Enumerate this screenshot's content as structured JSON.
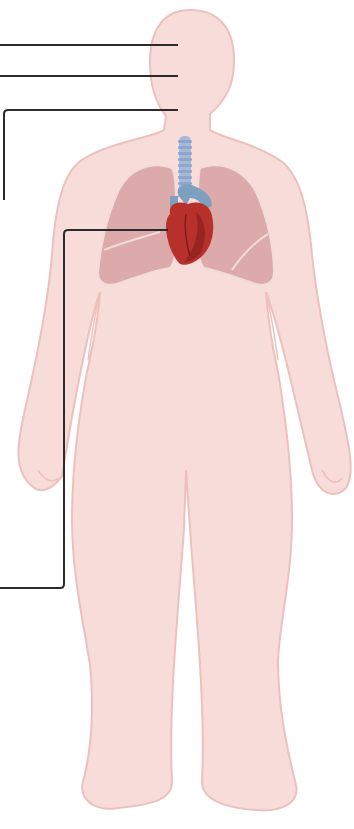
{
  "diagram": {
    "subject": "body-with-lungs-and-heart",
    "colors": {
      "skin_fill": "#f8dcda",
      "skin_stroke": "#ecc0bd",
      "lung_fill": "#d9a5a5",
      "lung_stroke": "#f2dcda",
      "heart": "#b8302c",
      "heart_dark": "#7f1c1b",
      "vessels": "#7f9fc0",
      "trachea": "#a5b9d8",
      "leader_line": "#2b2b2b"
    },
    "leader_lines": [
      {
        "name": "leader-line-head-upper",
        "points_to": "head"
      },
      {
        "name": "leader-line-head-lower",
        "points_to": "head"
      },
      {
        "name": "leader-line-neck",
        "points_to": "neck"
      },
      {
        "name": "leader-line-heart",
        "points_to": "heart"
      }
    ]
  }
}
